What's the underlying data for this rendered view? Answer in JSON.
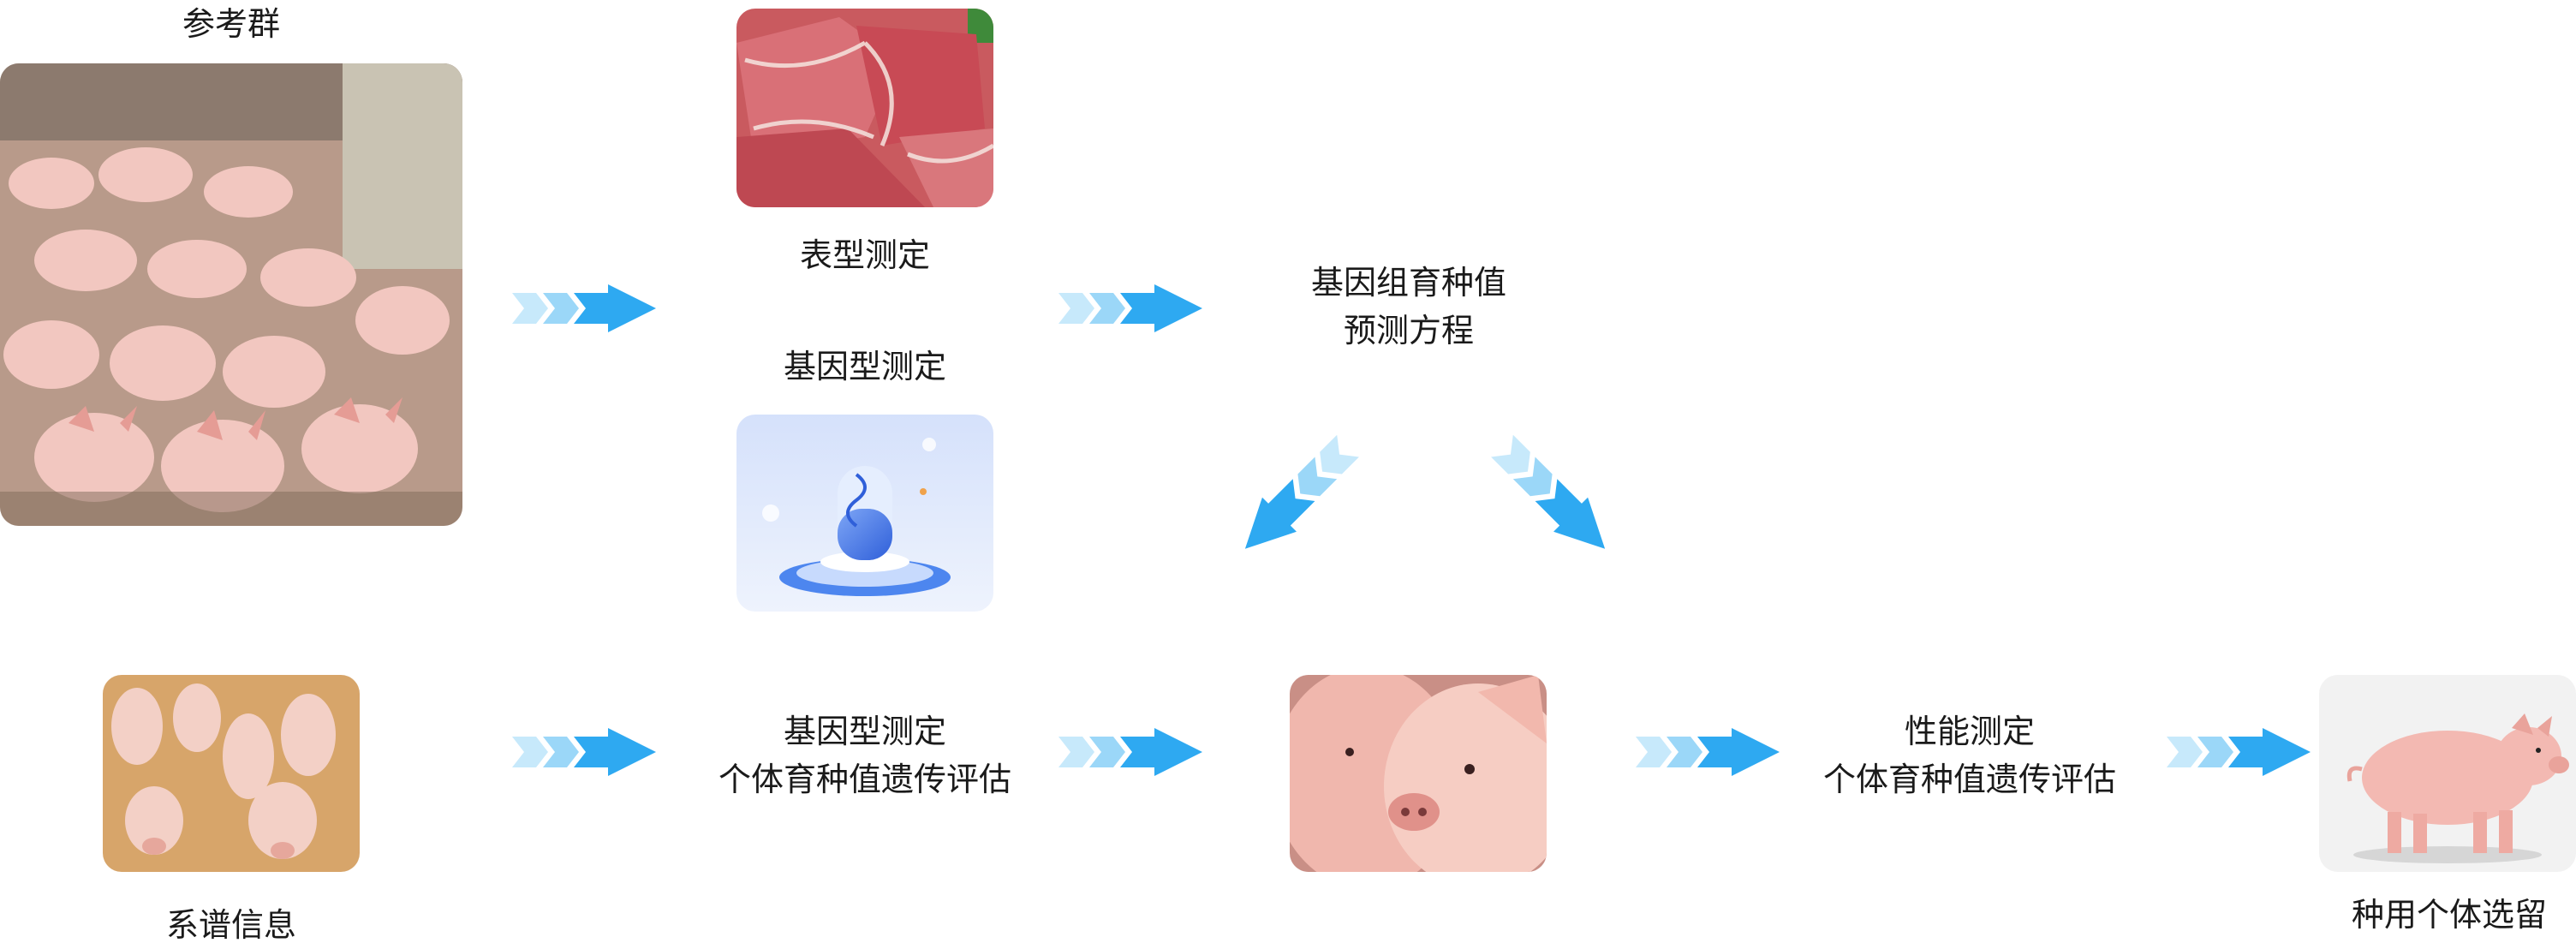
{
  "labels": {
    "reference_group": "参考群",
    "phenotype": "表型测定",
    "genotype": "基因型测定",
    "gebv_line1": "基因组育种值",
    "gebv_line2": "预测方程",
    "pedigree": "系谱信息",
    "genotype_eval_line1": "基因型测定",
    "genotype_eval_line2": "个体育种值遗传评估",
    "performance_line1": "性能测定",
    "performance_line2": "个体育种值遗传评估",
    "selection": "种用个体选留"
  },
  "images": {
    "reference_group": "photo-pig-herd",
    "phenotype": "photo-pork-meat",
    "genotype": "illustration-dna-capsule",
    "pedigree": "photo-piglets-pen",
    "piglets": "photo-piglets-closeup",
    "selection": "photo-pig-standing"
  },
  "colors": {
    "arrow_light": "#bfe6fb",
    "arrow_mid": "#8fd3f8",
    "arrow_dark": "#2ea9f1"
  }
}
